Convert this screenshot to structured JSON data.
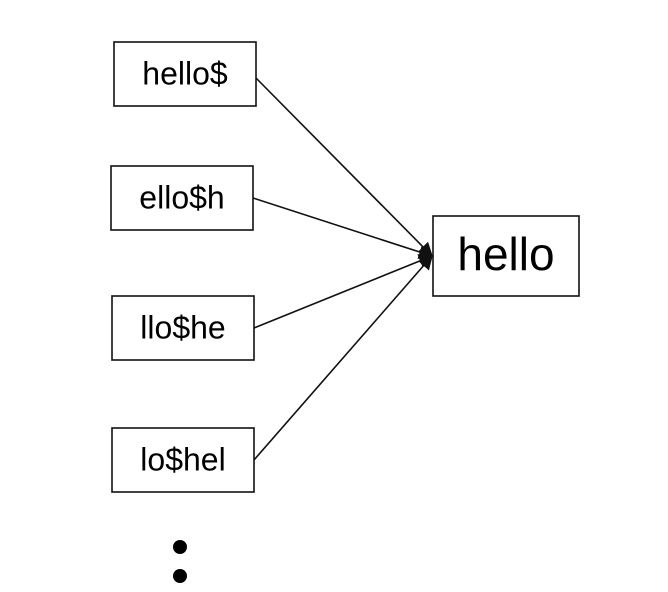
{
  "diagram": {
    "sources": [
      {
        "label": "hello$"
      },
      {
        "label": "ello$h"
      },
      {
        "label": "llo$he"
      },
      {
        "label": "lo$hel"
      }
    ],
    "target": {
      "label": "hello"
    },
    "continuation": "vertical-ellipsis"
  }
}
